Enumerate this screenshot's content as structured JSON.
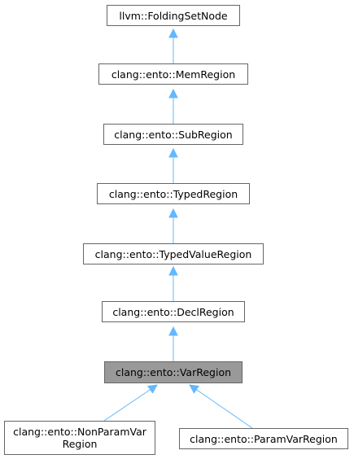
{
  "diagram": {
    "nodes": {
      "folding_set_node": "llvm::FoldingSetNode",
      "mem_region": "clang::ento::MemRegion",
      "sub_region": "clang::ento::SubRegion",
      "typed_region": "clang::ento::TypedRegion",
      "typed_value_region": "clang::ento::TypedValueRegion",
      "decl_region": "clang::ento::DeclRegion",
      "var_region": "clang::ento::VarRegion",
      "non_param_var_region": "clang::ento::NonParamVar\nRegion",
      "param_var_region": "clang::ento::ParamVarRegion"
    },
    "edge_color": "#63b8ff",
    "current_node_fill": "#999999"
  }
}
